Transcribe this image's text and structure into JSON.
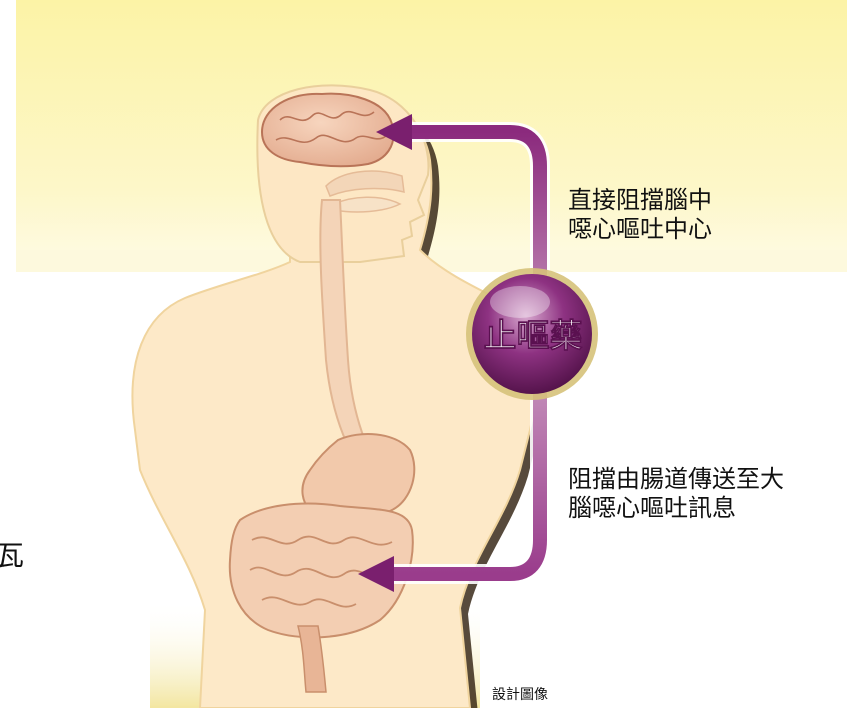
{
  "diagram": {
    "pill": {
      "label": "止嘔藥"
    },
    "annotations": {
      "brain_block": {
        "lines": [
          "直接阻擋腦中",
          "噁心嘔吐中心"
        ]
      },
      "gut_block": {
        "lines": [
          "阻擋由腸道傳送至大",
          "腦噁心嘔吐訊息"
        ]
      }
    },
    "credit": "設計圖像",
    "edge_glyph": "瓦"
  },
  "colors": {
    "background_glow": "#fbf3a6",
    "skin": "#fde9c8",
    "organ": "#f2c6a8",
    "arrow": "#7a1f6e",
    "pill": "#6e1e63"
  }
}
